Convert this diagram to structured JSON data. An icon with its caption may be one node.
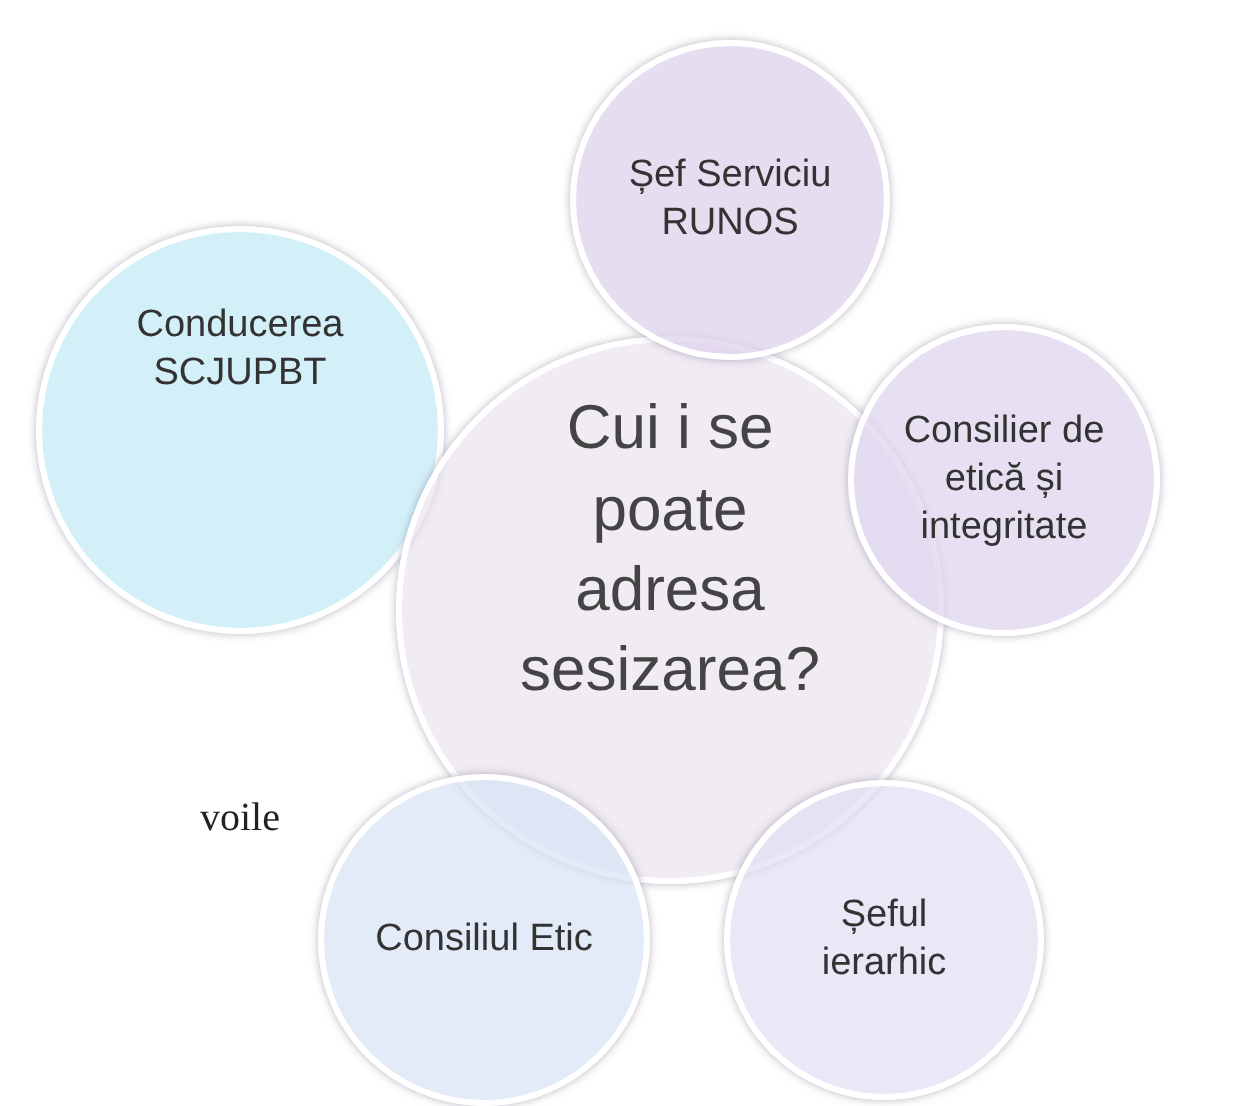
{
  "diagram": {
    "nodes": [
      {
        "text": [
          "Șef Serviciu RUNOS"
        ]
      },
      {
        "text": [
          "Conducerea SCJUPBT"
        ]
      },
      {
        "text": [
          "Cui i se poate adresa sesizarea?"
        ]
      },
      {
        "text": [
          "Consilier de etică și integritate"
        ]
      },
      {
        "text": [
          "Consiliul Etic"
        ]
      },
      {
        "text": [
          "Șeful ierarhic"
        ]
      }
    ],
    "labels": [
      "voile"
    ]
  }
}
